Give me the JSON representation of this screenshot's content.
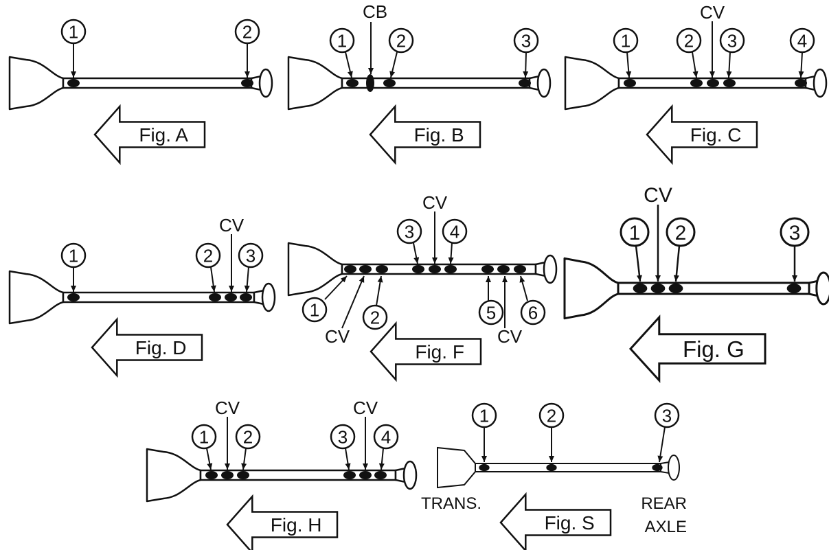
{
  "figures": [
    {
      "id": "A",
      "label": "Fig. A",
      "callouts": [
        "1",
        "2"
      ],
      "marker_labels": []
    },
    {
      "id": "B",
      "label": "Fig. B",
      "callouts": [
        "1",
        "2",
        "3"
      ],
      "marker_labels": [
        "CB"
      ]
    },
    {
      "id": "C",
      "label": "Fig. C",
      "callouts": [
        "1",
        "2",
        "3",
        "4"
      ],
      "marker_labels": [
        "CV"
      ]
    },
    {
      "id": "D",
      "label": "Fig. D",
      "callouts": [
        "1",
        "2",
        "3"
      ],
      "marker_labels": [
        "CV"
      ]
    },
    {
      "id": "F",
      "label": "Fig. F",
      "callouts": [
        "1",
        "2",
        "3",
        "4",
        "5",
        "6"
      ],
      "marker_labels": [
        "CV",
        "CV",
        "CV"
      ]
    },
    {
      "id": "G",
      "label": "Fig. G",
      "callouts": [
        "1",
        "2",
        "3"
      ],
      "marker_labels": [
        "CV"
      ]
    },
    {
      "id": "H",
      "label": "Fig. H",
      "callouts": [
        "1",
        "2",
        "3",
        "4"
      ],
      "marker_labels": [
        "CV",
        "CV"
      ]
    },
    {
      "id": "S",
      "label": "Fig. S",
      "callouts": [
        "1",
        "2",
        "3"
      ],
      "marker_labels": [],
      "end_labels": {
        "left": "TRANS.",
        "right_line1": "REAR",
        "right_line2": "AXLE"
      }
    }
  ],
  "colors": {
    "ink": "#111111",
    "background": "#ffffff",
    "shaft_fill": "#ffffff",
    "joint_fill": "#111111"
  }
}
